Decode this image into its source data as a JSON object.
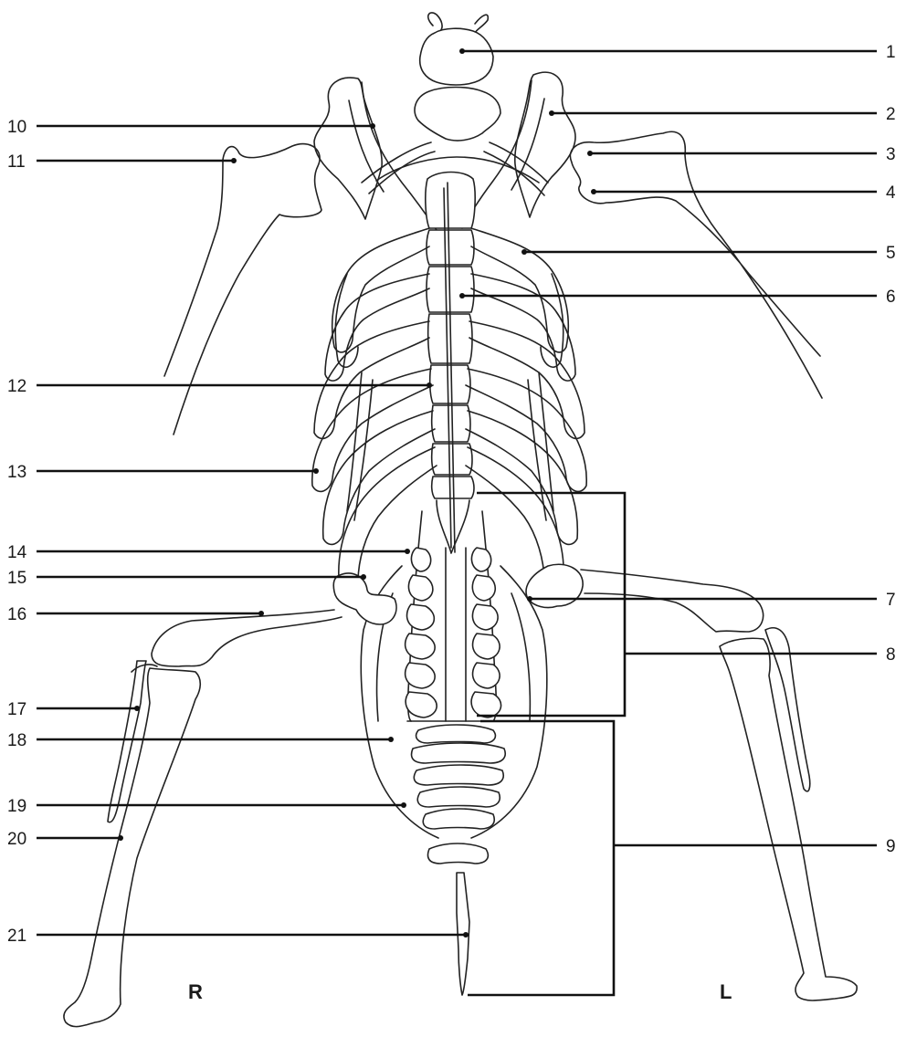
{
  "figure": {
    "labels": [
      {
        "id": "1",
        "text": "1"
      },
      {
        "id": "2",
        "text": "2"
      },
      {
        "id": "3",
        "text": "3"
      },
      {
        "id": "4",
        "text": "4"
      },
      {
        "id": "5",
        "text": "5"
      },
      {
        "id": "6",
        "text": "6"
      },
      {
        "id": "7",
        "text": "7"
      },
      {
        "id": "8",
        "text": "8"
      },
      {
        "id": "9",
        "text": "9"
      },
      {
        "id": "10",
        "text": "10"
      },
      {
        "id": "11",
        "text": "11"
      },
      {
        "id": "12",
        "text": "12"
      },
      {
        "id": "13",
        "text": "13"
      },
      {
        "id": "14",
        "text": "14"
      },
      {
        "id": "15",
        "text": "15"
      },
      {
        "id": "16",
        "text": "16"
      },
      {
        "id": "17",
        "text": "17"
      },
      {
        "id": "18",
        "text": "18"
      },
      {
        "id": "19",
        "text": "19"
      },
      {
        "id": "20",
        "text": "20"
      },
      {
        "id": "21",
        "text": "21"
      }
    ],
    "side_right": "R",
    "side_left": "L"
  }
}
